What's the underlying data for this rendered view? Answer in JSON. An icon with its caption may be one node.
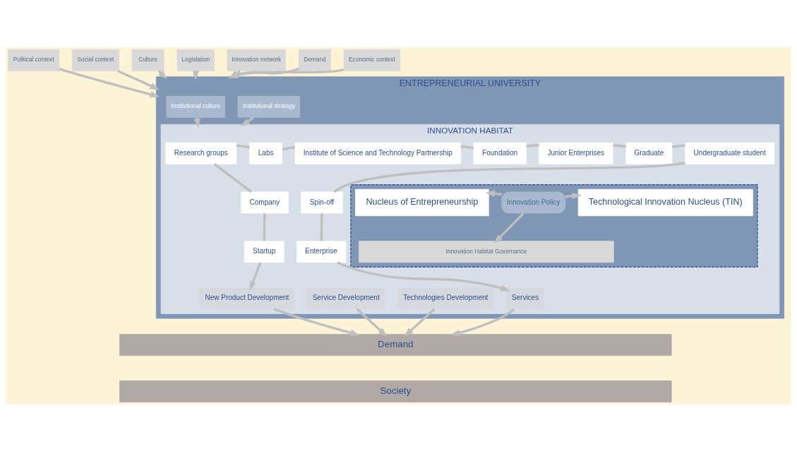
{
  "diagram": {
    "nodes": [
      {
        "text": [
          "Political context"
        ]
      },
      {
        "text": [
          "Social context"
        ]
      },
      {
        "text": [
          "Culture"
        ]
      },
      {
        "text": [
          "Legislation"
        ]
      },
      {
        "text": [
          "Innovation network"
        ]
      },
      {
        "text": [
          "Demand"
        ]
      },
      {
        "text": [
          "Economic context"
        ]
      },
      {
        "text": [
          "ENTREPRENEURIAL UNIVERSITY"
        ]
      },
      {
        "text": [
          "Institutional culture"
        ],
        "in": 7
      },
      {
        "text": [
          "Institutional strategy"
        ],
        "in": 7
      },
      {
        "text": [
          "INNOVATION HABITAT"
        ],
        "in": 7
      },
      {
        "text": [
          "Research groups"
        ],
        "in": 10
      },
      {
        "text": [
          "Labs"
        ],
        "in": 10
      },
      {
        "text": [
          "Institute of Science and Technology Partnership"
        ],
        "in": 10
      },
      {
        "text": [
          "Foundation"
        ],
        "in": 10
      },
      {
        "text": [
          "Junior Enterprises"
        ],
        "in": 10
      },
      {
        "text": [
          "Graduate"
        ],
        "in": 10
      },
      {
        "text": [
          "Undergraduate student"
        ],
        "in": 10
      },
      {
        "text": [
          "Company"
        ],
        "in": 10
      },
      {
        "text": [
          "Startup"
        ],
        "in": 10
      },
      {
        "text": [],
        "shape": "box",
        "in": 10
      },
      {
        "text": [
          "Nucleus of Entrepreneurship"
        ],
        "in": 20
      },
      {
        "text": [
          "Innovation Policy"
        ],
        "in": 20
      },
      {
        "text": [
          "Technological Innovation Nucleus (TIN)"
        ],
        "in": 20
      },
      {
        "text": [
          "Innovation Habitat Governance"
        ],
        "in": 20
      },
      {
        "text": [
          "Spin-off"
        ],
        "in": 10
      },
      {
        "text": [
          "Enterprise"
        ],
        "in": 10
      },
      {
        "text": [
          "New Product Development"
        ],
        "in": 10
      },
      {
        "text": [
          "Service Development"
        ],
        "in": 10
      },
      {
        "text": [
          "Technologies Development"
        ],
        "in": 10
      },
      {
        "text": [
          "Services"
        ],
        "in": 10
      },
      {
        "text": [
          "Demand"
        ]
      },
      {
        "text": [
          "Society"
        ]
      }
    ],
    "edges": [
      {
        "from": 0,
        "to": 7,
        "arrow": "to"
      },
      {
        "from": 1,
        "to": 7,
        "arrow": "to"
      },
      {
        "from": 2,
        "to": 7,
        "arrow": "to"
      },
      {
        "from": 3,
        "to": 7,
        "arrow": "to"
      },
      {
        "from": 4,
        "to": 7,
        "arrow": "to"
      },
      {
        "from": 5,
        "to": 7,
        "arrow": "to"
      },
      {
        "from": 6,
        "to": 7,
        "arrow": "to"
      },
      {
        "from": 8,
        "to": 10,
        "arrow": "to"
      },
      {
        "from": 9,
        "to": 10,
        "arrow": "to"
      },
      {
        "from": 11,
        "to": 12,
        "arrow": "none"
      },
      {
        "from": 12,
        "to": 13,
        "arrow": "none"
      },
      {
        "from": 13,
        "to": 14,
        "arrow": "none"
      },
      {
        "from": 14,
        "to": 15,
        "arrow": "none"
      },
      {
        "from": 15,
        "to": 16,
        "arrow": "none"
      },
      {
        "from": 16,
        "to": 17,
        "arrow": "none"
      },
      {
        "from": 11,
        "to": 18,
        "arrow": "none"
      },
      {
        "from": 18,
        "to": 19,
        "arrow": "none"
      },
      {
        "from": 19,
        "to": 27,
        "arrow": "to"
      },
      {
        "from": 17,
        "to": 25,
        "arrow": "none"
      },
      {
        "from": 25,
        "to": 26,
        "arrow": "none"
      },
      {
        "from": 26,
        "to": 30,
        "arrow": "to"
      },
      {
        "from": 22,
        "to": 21,
        "arrow": "to"
      },
      {
        "from": 22,
        "to": 23,
        "arrow": "to"
      },
      {
        "from": 22,
        "to": 24,
        "arrow": "to"
      },
      {
        "from": 27,
        "to": 31,
        "arrow": "to"
      },
      {
        "from": 28,
        "to": 31,
        "arrow": "to"
      },
      {
        "from": 29,
        "to": 31,
        "arrow": "to"
      },
      {
        "from": 30,
        "to": 31,
        "arrow": "to"
      }
    ]
  }
}
